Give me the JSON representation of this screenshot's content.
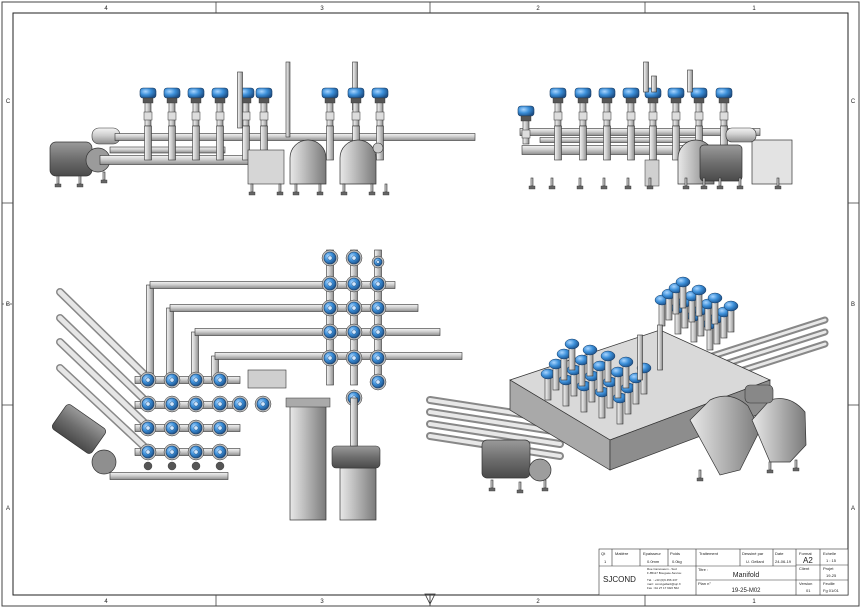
{
  "zones": {
    "top": [
      "4",
      "3",
      "2",
      "1"
    ],
    "side": [
      "C",
      "B",
      "A"
    ]
  },
  "views": {
    "front": "front-elevation",
    "side": "side-elevation",
    "plan": "plan-view",
    "iso": "isometric-view"
  },
  "colors": {
    "valve_blue": "#3b8fd9",
    "pipe_grey": "#c8c8c8",
    "line": "#333333"
  },
  "title_block": {
    "qty_label": "Qt",
    "qty_value": "1",
    "material_label": "Matière",
    "thickness_label": "Epaisseur",
    "thickness_value": "0.0mm",
    "weight_label": "Poids",
    "weight_value": "0.0kg",
    "treatment_label": "Traitement",
    "drawn_by_label": "Dessiné par",
    "drawn_by_value": "U. Gellard",
    "date_label": "Date",
    "date_value": "24-06-19",
    "format_label": "Format",
    "format_value": "A2",
    "scale_label": "Echelle",
    "scale_value": "1 : 15",
    "company_logo": "SJCOND",
    "company_line1": "Rue Camoseum - Sud",
    "company_line2": "F-85117 Bouguée-Sevrou",
    "company_line3": "Tél. : +33 (0)9 456 437",
    "company_line4": "mail : cond.gellard@sjc.fr",
    "company_line5": "Fax : 0A 27 17 99/2 562",
    "title_label": "Titre :",
    "title_value": "Manifold",
    "client_label": "Client",
    "project_label": "Projet",
    "project_value": "19-25",
    "plan_label": "Plan n°",
    "plan_value": "19-25-M02",
    "version_label": "Version",
    "version_value": "01",
    "sheet_label": "Feuille",
    "sheet_value": "Fg 01/01"
  }
}
